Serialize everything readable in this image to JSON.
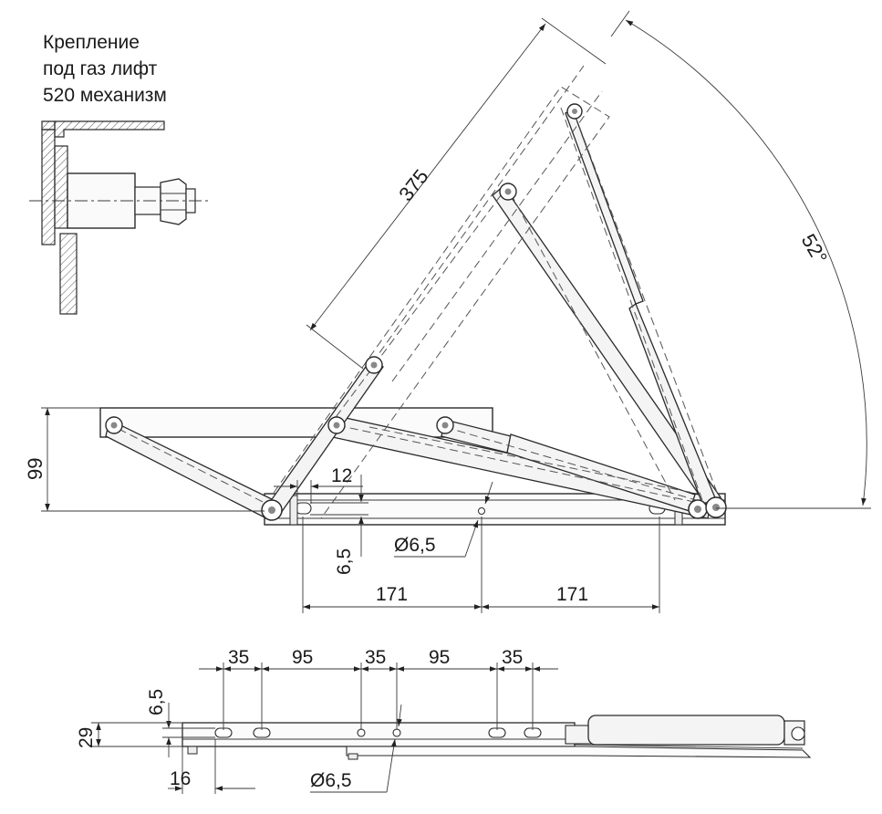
{
  "note": {
    "line1": "Крепление",
    "line2": "под газ лифт",
    "line3": "520 механизм"
  },
  "dims": {
    "arm_length": "375",
    "angle": "52°",
    "height": "99",
    "slot_width": "12",
    "slot_height": "6,5",
    "hole_diameter": "Ø6,5",
    "span_left": "171",
    "span_right": "171"
  },
  "bottom_dims": {
    "d35a": "35",
    "d95a": "95",
    "d35b": "35",
    "d95b": "95",
    "d35c": "35",
    "h65": "6,5",
    "h29": "29",
    "off16": "16",
    "hole_diameter": "Ø6,5"
  }
}
